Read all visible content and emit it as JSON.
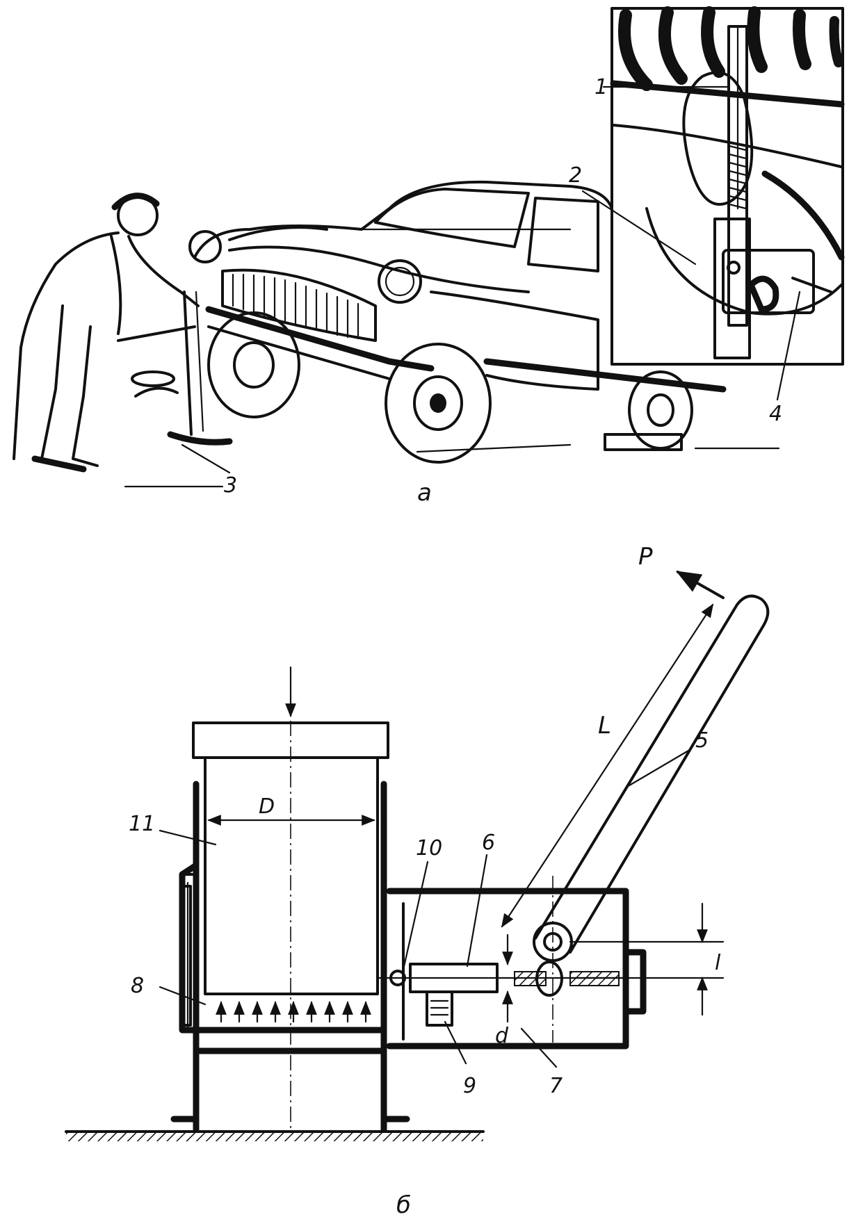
{
  "panel_a": {
    "label": "a",
    "callouts": [
      "1",
      "2",
      "3",
      "4"
    ]
  },
  "panel_b": {
    "label": "б",
    "callouts": [
      "5",
      "6",
      "7",
      "8",
      "9",
      "10",
      "11"
    ],
    "dimensions": {
      "force": "P",
      "lever_length": "L",
      "piston_diameter": "D",
      "short_arm": "l",
      "plunger_diameter": "d"
    }
  }
}
